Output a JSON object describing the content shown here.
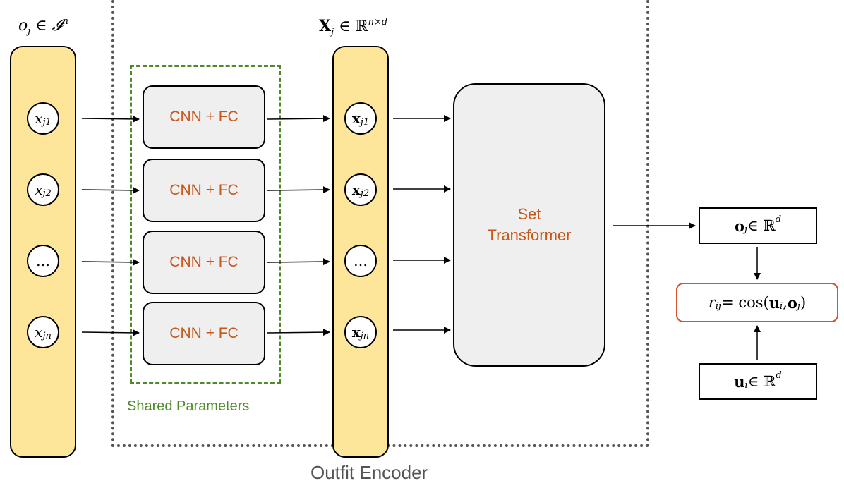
{
  "labels": {
    "oj_sym": "o",
    "oj_sub": "j",
    "oj_in": " ∈ ",
    "oj_set": "𝓘",
    "oj_sup": "n",
    "X_sym": "X",
    "X_sub": "j",
    "X_in": " ∈ ℝ",
    "X_sup": "n×d",
    "shared": "Shared Parameters",
    "encoder": "Outfit Encoder",
    "set_line1": "Set",
    "set_line2": "Transformer"
  },
  "input_nodes": [
    {
      "sym": "x",
      "sub": "j1"
    },
    {
      "sym": "x",
      "sub": "j2"
    },
    {
      "sym": "…",
      "sub": ""
    },
    {
      "sym": "x",
      "sub": "jn"
    }
  ],
  "embed_nodes": [
    {
      "sym": "x",
      "sub": "j1"
    },
    {
      "sym": "x",
      "sub": "j2"
    },
    {
      "sym": "…",
      "sub": ""
    },
    {
      "sym": "x",
      "sub": "jn"
    }
  ],
  "cnn_blocks": [
    "CNN + FC",
    "CNN + FC",
    "CNN + FC",
    "CNN + FC"
  ],
  "outputs": {
    "o_sym": "o",
    "o_sub": "j",
    "o_in": " ∈ ℝ",
    "o_sup": "d",
    "r_sym": "r",
    "r_sub": "ij",
    "r_eq": " = cos(",
    "r_u": "u",
    "r_u_sub": "i",
    "r_comma": ", ",
    "r_o": "o",
    "r_o_sub": "j",
    "r_close": ")",
    "u_sym": "u",
    "u_sub": "i",
    "u_in": " ∈ ℝ",
    "u_sup": "d"
  },
  "colors": {
    "column_fill": "#fde59a",
    "block_fill": "#efefef",
    "block_text": "#c5571a",
    "shared_border": "#4f8a2a",
    "encoder_border": "#555555",
    "result_border": "#d9532a"
  }
}
